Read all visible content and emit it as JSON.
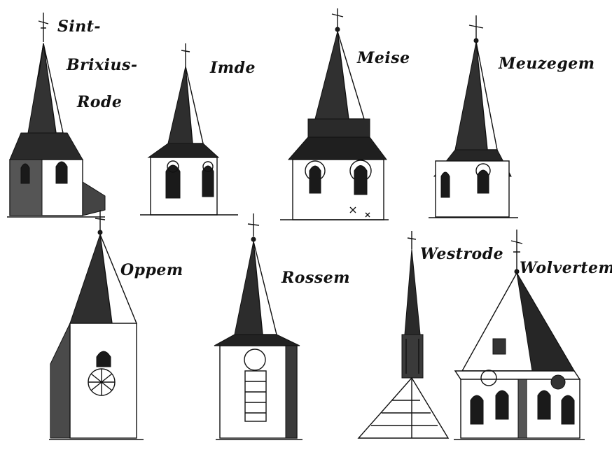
{
  "title": "",
  "towers": [
    {
      "id": "sint-brixius-rode",
      "label_lines": [
        "Sint-",
        "Brixius-",
        "Rode"
      ]
    },
    {
      "id": "imde",
      "label_lines": [
        "Imde"
      ]
    },
    {
      "id": "meise",
      "label_lines": [
        "Meise"
      ]
    },
    {
      "id": "meuzegem",
      "label_lines": [
        "Meuzegem"
      ]
    },
    {
      "id": "oppem",
      "label_lines": [
        "Oppem"
      ]
    },
    {
      "id": "rossem",
      "label_lines": [
        "Rossem"
      ]
    },
    {
      "id": "westrode",
      "label_lines": [
        "Westrode"
      ]
    },
    {
      "id": "wolvertem",
      "label_lines": [
        "Wolvertem"
      ]
    }
  ]
}
